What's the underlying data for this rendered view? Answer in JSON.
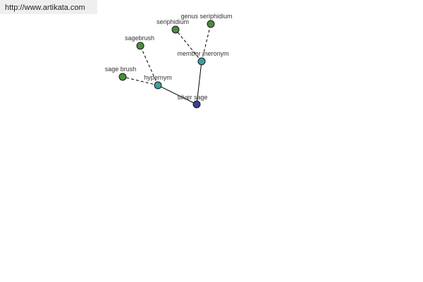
{
  "site": {
    "url": "http://www.artikata.com"
  },
  "graph": {
    "colors": {
      "root": "#3b3f8f",
      "relation": "#3aa0a0",
      "term": "#4c8c3e"
    },
    "nodes": {
      "silver_sage": "silver sage",
      "hypernym": "hypernym",
      "member_meronym": "member meronym",
      "sagebrush": "sagebrush",
      "sage_brush": "sage brush",
      "seriphidium": "seriphidium",
      "genus_seriphidium": "genus seriphidium"
    }
  }
}
